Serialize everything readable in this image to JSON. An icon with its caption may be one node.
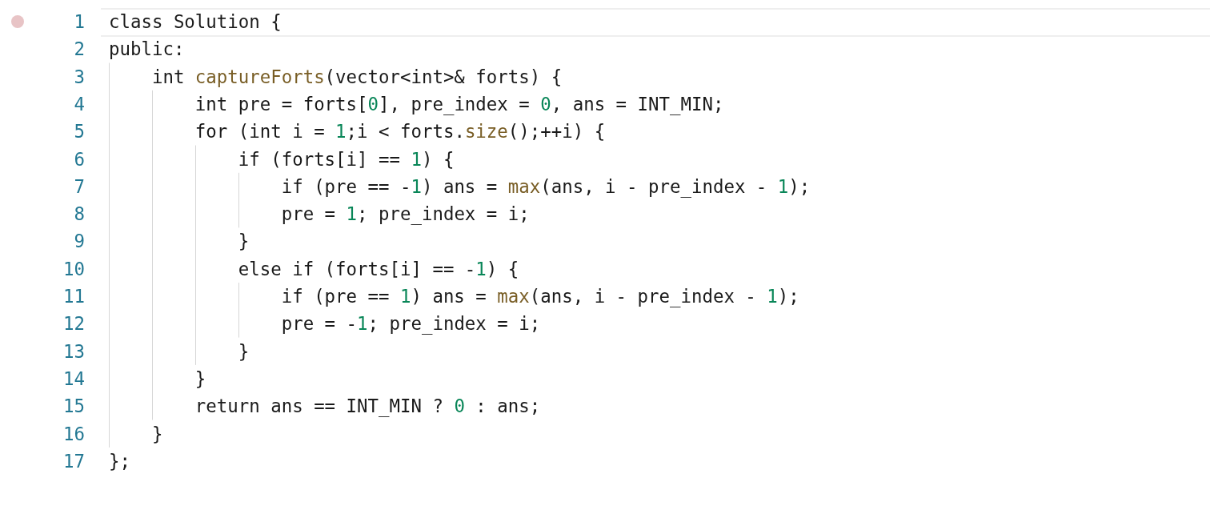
{
  "diagram": {
    "labels": [
      "1",
      "class Solution {",
      "2",
      "public:",
      "3",
      "    int captureForts(vector<int>& forts) {",
      "4",
      "        int pre = forts[0], pre_index = 0, ans = INT_MIN;",
      "5",
      "        for (int i = 1;i < forts.size();++i) {",
      "6",
      "            if (forts[i] == 1) {",
      "7",
      "                if (pre == -1) ans = max(ans, i - pre_index - 1);",
      "8",
      "                pre = 1; pre_index = i;",
      "9",
      "            }",
      "10",
      "            else if (forts[i] == -1) {",
      "11",
      "                if (pre == 1) ans = max(ans, i - pre_index - 1);",
      "12",
      "                pre = -1; pre_index = i;",
      "13",
      "            }",
      "14",
      "        }",
      "15",
      "        return ans == INT_MIN ? 0 : ans;",
      "16",
      "    }",
      "17",
      "};"
    ]
  }
}
